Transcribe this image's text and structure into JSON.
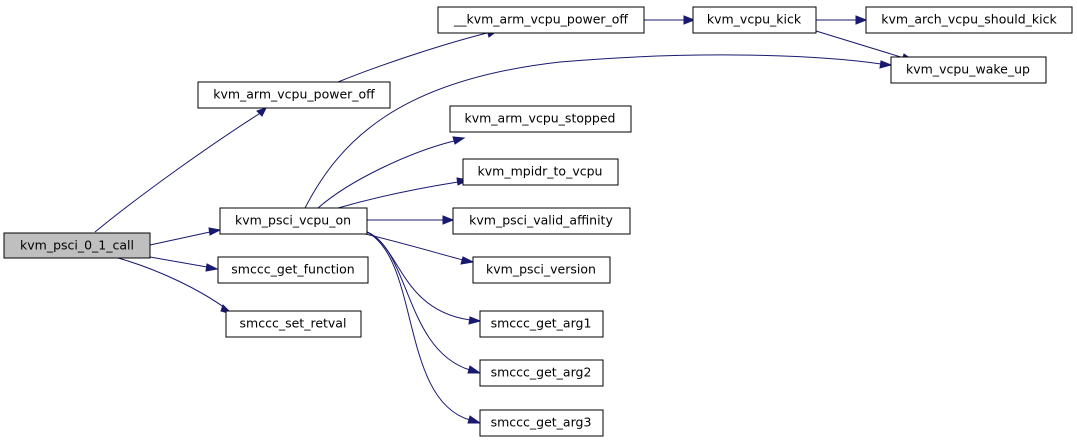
{
  "graph": {
    "nodes": {
      "root": "kvm_psci_0_1_call",
      "power_off": "kvm_arm_vcpu_power_off",
      "power_off_inner": "__kvm_arm_vcpu_power_off",
      "vcpu_kick": "kvm_vcpu_kick",
      "should_kick": "kvm_arch_vcpu_should_kick",
      "wake_up": "kvm_vcpu_wake_up",
      "vcpu_stopped": "kvm_arm_vcpu_stopped",
      "mpidr_to_vcpu": "kvm_mpidr_to_vcpu",
      "vcpu_on": "kvm_psci_vcpu_on",
      "valid_affinity": "kvm_psci_valid_affinity",
      "get_function": "smccc_get_function",
      "psci_version": "kvm_psci_version",
      "set_retval": "smccc_set_retval",
      "get_arg1": "smccc_get_arg1",
      "get_arg2": "smccc_get_arg2",
      "get_arg3": "smccc_get_arg3"
    },
    "colors": {
      "edge": "#191970",
      "root_fill": "#bfbfbf",
      "node_fill": "#ffffff",
      "border": "#000000"
    }
  }
}
